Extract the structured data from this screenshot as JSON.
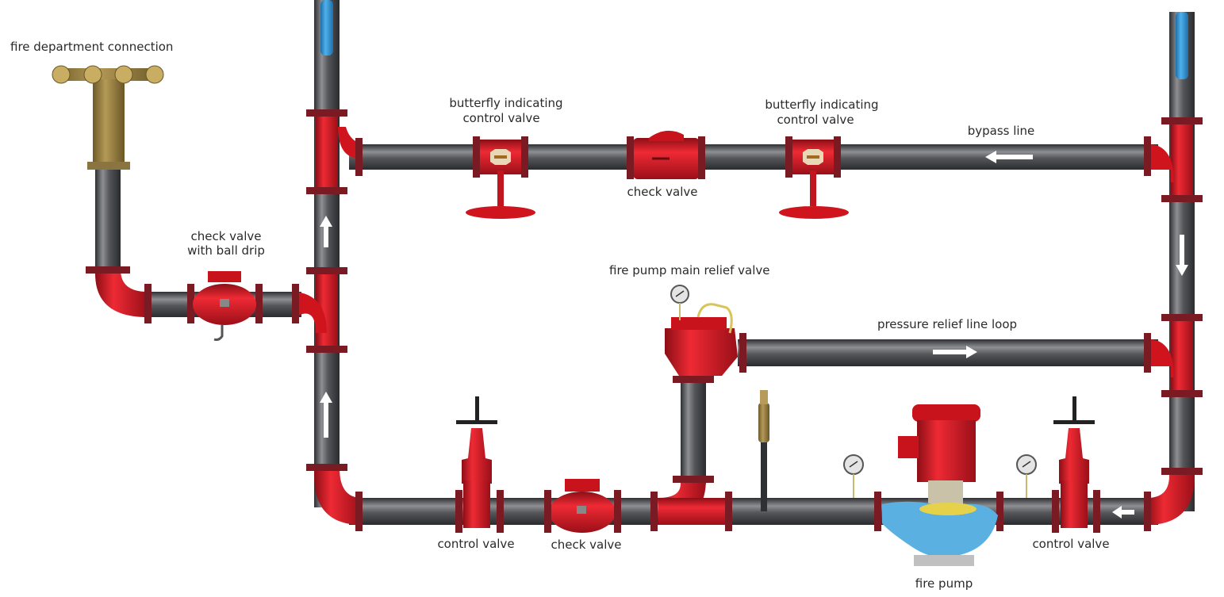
{
  "diagram": {
    "title": "Fire pump piping system",
    "colors": {
      "pipe": "#4a4b4f",
      "pipe_highlight": "#8e8f93",
      "fitting": "#d0141e",
      "fitting_dark": "#8c0e16",
      "flange": "#7a1a22",
      "brass": "#a38a4a",
      "water": "#3d9ad6",
      "pump_blue": "#5ab0e0",
      "pump_yellow": "#e6d24a",
      "arrow": "#ffffff",
      "label": "#2a2a2a"
    },
    "labels": {
      "fdc": "fire department connection",
      "check_ball_1": "check valve",
      "check_ball_2": "with ball drip",
      "bfly1_1": "butterfly indicating",
      "bfly1_2": "control valve",
      "check_top": "check valve",
      "bfly2_1": "butterfly indicating",
      "bfly2_2": "control valve",
      "bypass": "bypass line",
      "relief": "fire pump main relief valve",
      "relief_loop": "pressure relief line loop",
      "control_left": "control valve",
      "check_bottom": "check valve",
      "fire_pump": "fire pump",
      "control_right": "control valve"
    },
    "flow_arrows": [
      {
        "name": "bypass-flow-arrow",
        "direction": "left"
      },
      {
        "name": "right-riser-flow-arrow",
        "direction": "down"
      },
      {
        "name": "relief-loop-flow-arrow",
        "direction": "right"
      },
      {
        "name": "suction-flow-arrow",
        "direction": "left"
      },
      {
        "name": "left-riser-lower-flow-arrow",
        "direction": "up"
      },
      {
        "name": "left-riser-upper-flow-arrow",
        "direction": "up"
      }
    ]
  }
}
